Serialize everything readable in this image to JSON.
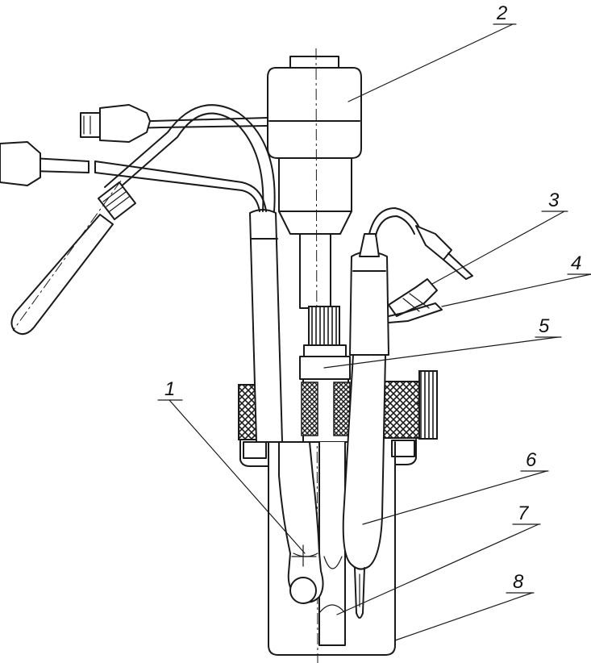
{
  "diagram": {
    "callouts": [
      {
        "id": "1",
        "text": "1"
      },
      {
        "id": "2",
        "text": "2"
      },
      {
        "id": "3",
        "text": "3"
      },
      {
        "id": "4",
        "text": "4"
      },
      {
        "id": "5",
        "text": "5"
      },
      {
        "id": "6",
        "text": "6"
      },
      {
        "id": "7",
        "text": "7"
      },
      {
        "id": "8",
        "text": "8"
      }
    ]
  },
  "colors": {
    "ink": "#1a1a1a",
    "paper": "#ffffff"
  }
}
